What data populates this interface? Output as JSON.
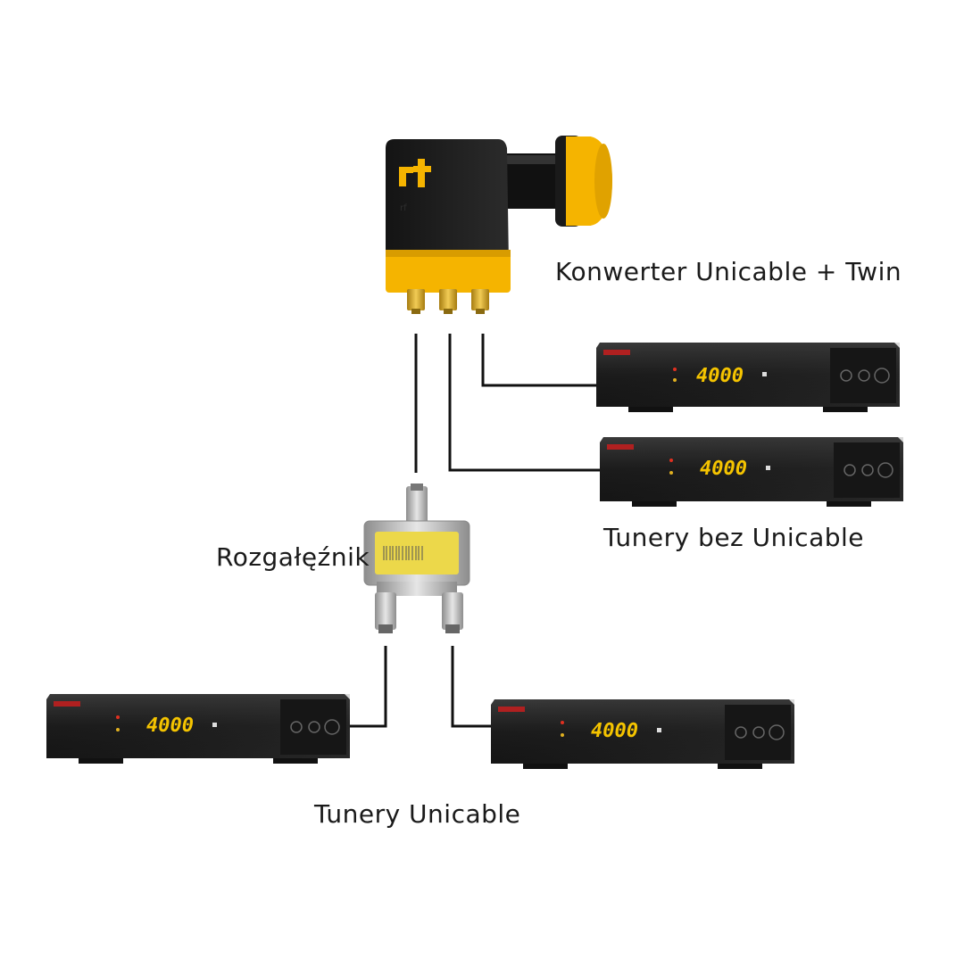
{
  "labels": {
    "lnb": "Konwerter Unicable + Twin",
    "tuners_non_unicable": "Tunery bez Unicable",
    "splitter": "Rozgałęźnik",
    "tuners_unicable": "Tunery Unicable"
  },
  "devices": {
    "lnb_logo": "rf",
    "receiver_display": "4000"
  },
  "colors": {
    "lnb_body": "#1e1e1e",
    "lnb_accent": "#f5b400",
    "connector_gold": "#d9a520",
    "receiver_body": "#222222",
    "display_text": "#f5c400",
    "cable": "#111111"
  }
}
